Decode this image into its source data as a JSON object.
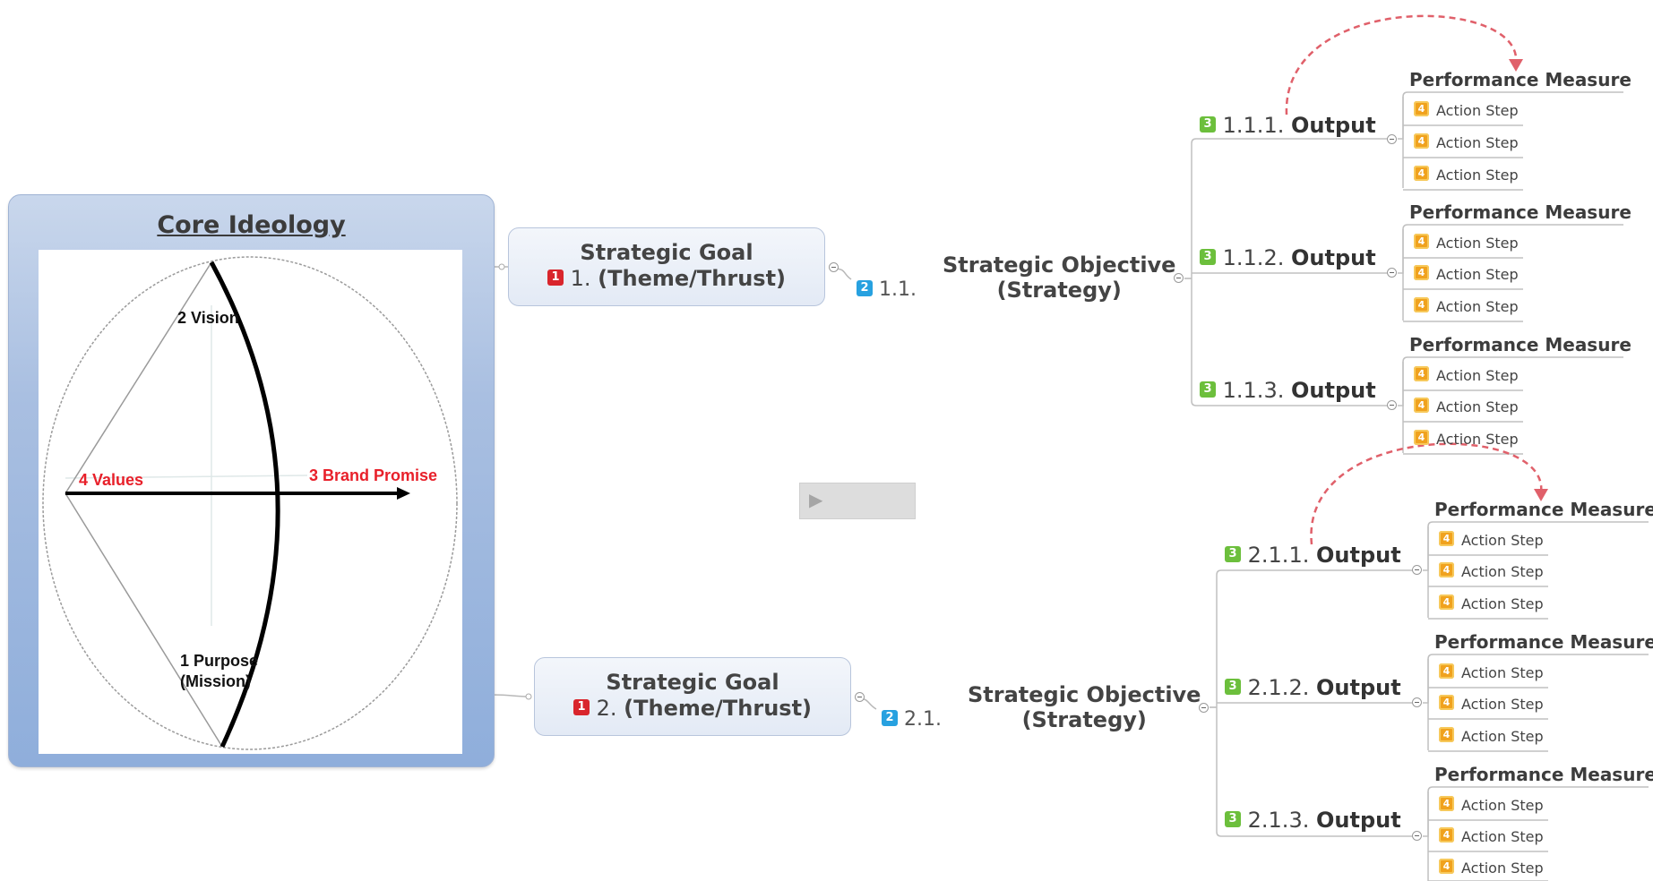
{
  "core_ideology": {
    "title": "Core Ideology",
    "labels": {
      "vision": "2 Vision",
      "values": "4 Values",
      "brand_promise": "3 Brand Promise",
      "purpose_line1": "1 Purpose",
      "purpose_line2": "(Mission)"
    }
  },
  "goals": [
    {
      "badge": "1",
      "title": "Strategic Goal",
      "number": "1.",
      "theme": "(Theme/Thrust)",
      "objective": {
        "badge": "2",
        "number": "1.1.",
        "line1": "Strategic Objective",
        "line2": "(Strategy)"
      },
      "outputs": [
        {
          "badge": "3",
          "number": "1.1.1.",
          "label": "Output",
          "measure": "Performance Measure",
          "actions": [
            "Action Step",
            "Action Step",
            "Action Step"
          ]
        },
        {
          "badge": "3",
          "number": "1.1.2.",
          "label": "Output",
          "measure": "Performance Measure",
          "actions": [
            "Action Step",
            "Action Step",
            "Action Step"
          ]
        },
        {
          "badge": "3",
          "number": "1.1.3.",
          "label": "Output",
          "measure": "Performance Measure",
          "actions": [
            "Action Step",
            "Action Step",
            "Action Step"
          ]
        }
      ]
    },
    {
      "badge": "1",
      "title": "Strategic Goal",
      "number": "2.",
      "theme": "(Theme/Thrust)",
      "objective": {
        "badge": "2",
        "number": "2.1.",
        "line1": "Strategic Objective",
        "line2": "(Strategy)"
      },
      "outputs": [
        {
          "badge": "3",
          "number": "2.1.1.",
          "label": "Output",
          "measure": "Performance Measure",
          "actions": [
            "Action Step",
            "Action Step",
            "Action Step"
          ]
        },
        {
          "badge": "3",
          "number": "2.1.2.",
          "label": "Output",
          "measure": "Performance Measure",
          "actions": [
            "Action Step",
            "Action Step",
            "Action Step"
          ]
        },
        {
          "badge": "3",
          "number": "2.1.3.",
          "label": "Output",
          "measure": "Performance Measure",
          "actions": [
            "Action Step",
            "Action Step",
            "Action Step"
          ]
        }
      ]
    }
  ],
  "action_badge": "4",
  "play_icon": "play-icon",
  "colors": {
    "priority1": "#d9252c",
    "priority2": "#27a1e0",
    "priority3": "#6cbf3c",
    "priority4": "#f0a21e",
    "relationship_arrow": "#e0606a",
    "brand_text": "#e8202a"
  }
}
